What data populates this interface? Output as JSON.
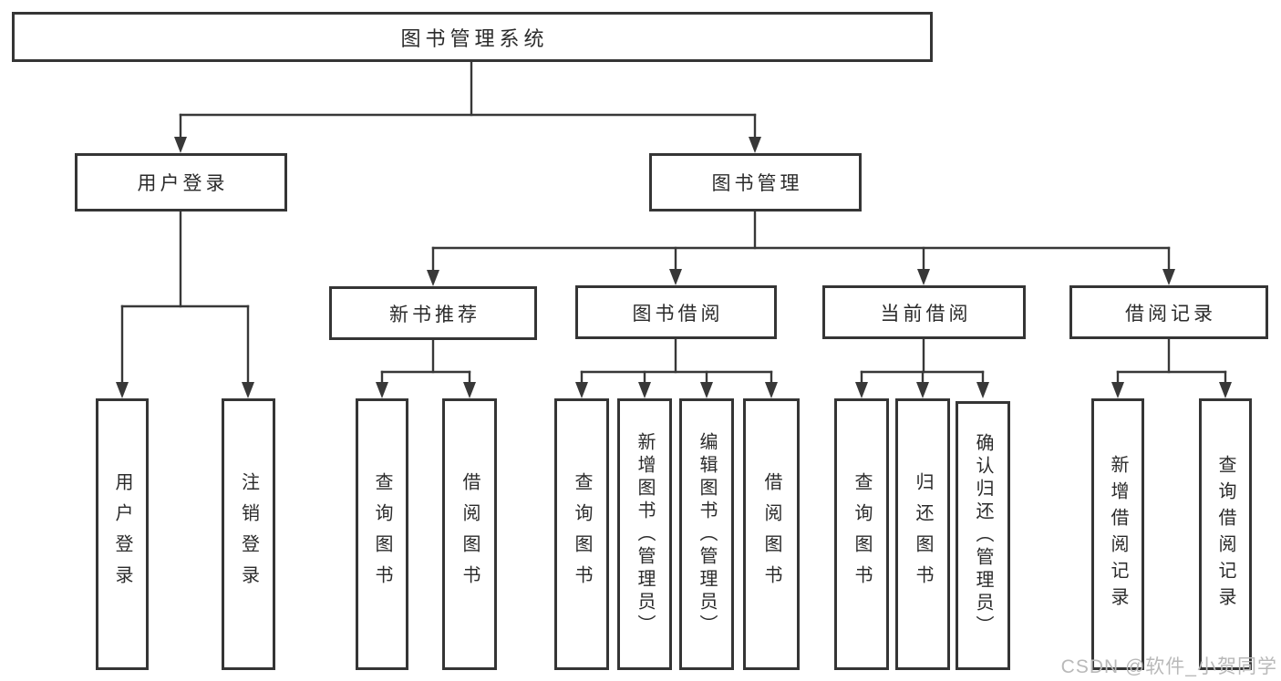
{
  "diagram": {
    "root": {
      "label": "图书管理系统"
    },
    "level2": [
      {
        "label": "用户登录"
      },
      {
        "label": "图书管理"
      }
    ],
    "level3": [
      {
        "label": "新书推荐"
      },
      {
        "label": "图书借阅"
      },
      {
        "label": "当前借阅"
      },
      {
        "label": "借阅记录"
      }
    ],
    "leaves": {
      "user_login": [
        {
          "label": "用户登录"
        },
        {
          "label": "注销登录"
        }
      ],
      "new_books": [
        {
          "label": "查询图书"
        },
        {
          "label": "借阅图书"
        }
      ],
      "book_borrow": [
        {
          "label": "查询图书"
        },
        {
          "label": "新增图书（管理员）"
        },
        {
          "label": "编辑图书（管理员）"
        },
        {
          "label": "借阅图书"
        }
      ],
      "current_borrow": [
        {
          "label": "查询图书"
        },
        {
          "label": "归还图书"
        },
        {
          "label": "确认归还（管理员）"
        }
      ],
      "borrow_records": [
        {
          "label": "新增借阅记录"
        },
        {
          "label": "查询借阅记录"
        }
      ]
    }
  },
  "watermark": {
    "text": "CSDN @软件_小贺同学"
  },
  "colors": {
    "line": "#383838",
    "border": "#353535",
    "text": "#2b2b2b",
    "watermark": "#b9b9b9",
    "background": "#ffffff"
  }
}
